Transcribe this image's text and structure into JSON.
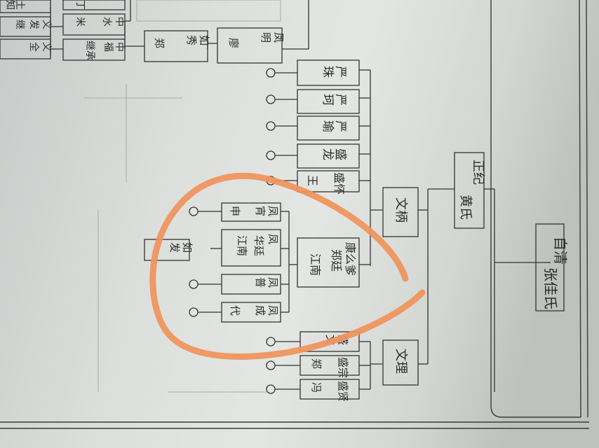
{
  "photo": {
    "paper_color": "#dfe1de",
    "ink_color": "#2b2b2b",
    "marker_color": "#f0935a"
  },
  "nodes": {
    "root": {
      "lines": [
        "自清",
        "张佳氏"
      ]
    },
    "zhengji": {
      "lines": [
        "正纪",
        "黄氏"
      ]
    },
    "wenbing": {
      "lines": [
        "文柄"
      ]
    },
    "wenli": {
      "lines": [
        "文理"
      ]
    },
    "yanzhu": {
      "lines": [
        "严",
        "珠"
      ]
    },
    "yanke": {
      "lines": [
        "严",
        "珂"
      ]
    },
    "yanyu": {
      "lines": [
        "严",
        "瑜"
      ]
    },
    "shenglong": {
      "lines": [
        "盛",
        "龙"
      ]
    },
    "shenghuai": {
      "lines": [
        "盛怀",
        "王"
      ]
    },
    "kangmao": {
      "lines": [
        "康么爹",
        "郑廷",
        "江南"
      ]
    },
    "fengxiao": {
      "lines": [
        "凤",
        "宵",
        "申"
      ]
    },
    "fenghua": {
      "lines": [
        "凤",
        "华廷",
        "江南"
      ]
    },
    "fengpu": {
      "lines": [
        "凤",
        "普"
      ]
    },
    "fengcheng": {
      "lines": [
        "凤",
        "成",
        "代"
      ]
    },
    "rufa": {
      "lines": [
        "如",
        "发"
      ]
    },
    "shengwen": {
      "lines": [
        "盛",
        "文"
      ]
    },
    "shengzong": {
      "lines": [
        "盛宗",
        "郑"
      ]
    },
    "shengxian": {
      "lines": [
        "盛贤",
        "冯"
      ]
    },
    "fengming": {
      "lines": [
        "凤",
        "明",
        "廖"
      ]
    },
    "ruxiu": {
      "lines": [
        "如",
        "秀",
        "郑"
      ]
    },
    "zhongfu": {
      "lines": [
        "中",
        "福",
        "继承"
      ]
    },
    "zhongshui": {
      "lines": [
        "中",
        "水",
        "米"
      ]
    },
    "zhongding": {
      "lines": [
        "丁"
      ]
    },
    "yi1": {
      "lines": [
        "义",
        "发",
        "继"
      ]
    },
    "yi2": {
      "lines": [
        "义",
        "全"
      ]
    },
    "yi3": {
      "lines": [
        "土",
        "知"
      ]
    }
  }
}
